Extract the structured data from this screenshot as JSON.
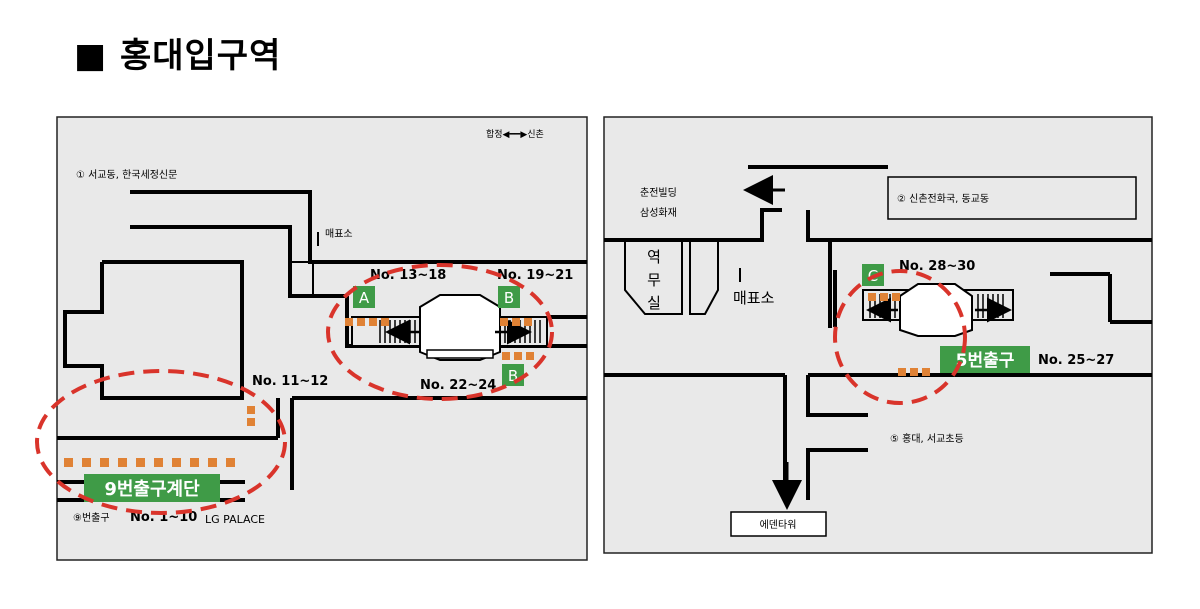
{
  "page": {
    "title": "■ 홍대입구역"
  },
  "left_map": {
    "direction_label": "합정◀━━▶신촌",
    "exit1_label": "①  서교동, 한국세정신문",
    "ticket_office": "매표소",
    "gate_a": "A",
    "gate_b": "B",
    "no_13_18": "No. 13~18",
    "no_19_21": "No. 19~21",
    "no_22_24": "No. 22~24",
    "no_11_12": "No. 11~12",
    "exit9_stairs": "9번출구계단",
    "exit9_label": "⑨번출구",
    "no_1_10": "No. 1~10",
    "lg_palace": "LG PALACE"
  },
  "right_map": {
    "building1": "춘전빌딩",
    "building2": "삼성화재",
    "exit2_label": "②  신촌전화국, 동교동",
    "station_office": [
      "역",
      "무",
      "실"
    ],
    "ticket_office": "매표소",
    "gate_c": "C",
    "no_28_30": "No. 28~30",
    "exit5_label": "5번출구",
    "no_25_27": "No. 25~27",
    "exit5_dest": "⑤  홍대, 서교초등",
    "eden_tower": "에덴타워"
  },
  "colors": {
    "background": "#e9e9e9",
    "gate_green": "#3f9b47",
    "tile_orange": "#e08235",
    "highlight_red": "#d9342b"
  }
}
